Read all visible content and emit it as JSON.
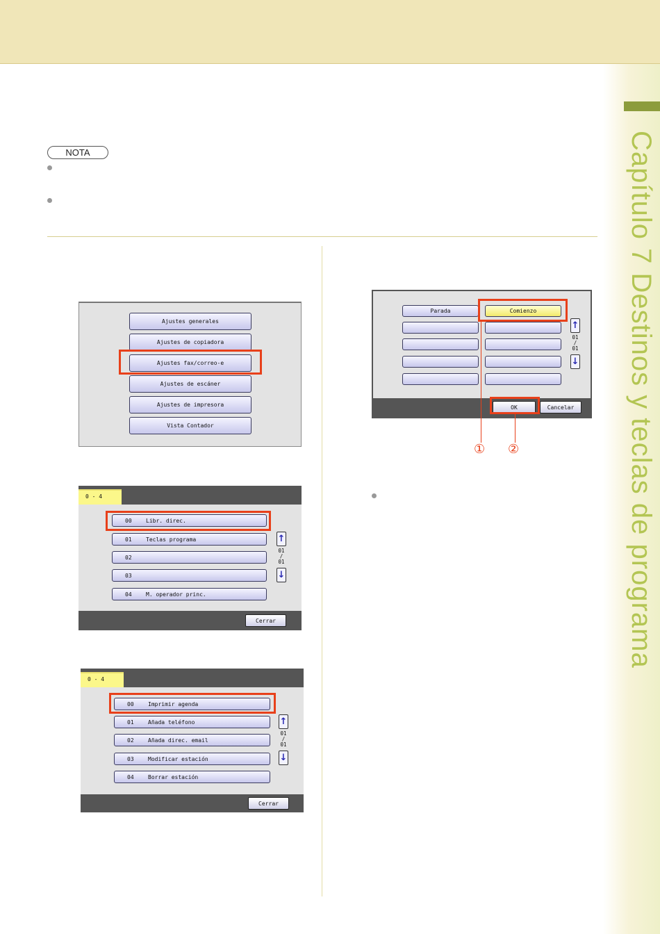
{
  "sidebar": {
    "chapter_title": "Capítulo 7   Destinos y teclas de programa"
  },
  "note": {
    "label": "NOTA"
  },
  "screen1": {
    "buttons": [
      "Ajustes generales",
      "Ajustes de copiadora",
      "Ajustes fax/correo-e",
      "Ajustes de escáner",
      "Ajustes de impresora",
      "Vista Contador"
    ]
  },
  "screen2": {
    "tab": "0 - 4",
    "rows": [
      {
        "num": "00",
        "label": "Libr. direc."
      },
      {
        "num": "01",
        "label": "Teclas programa"
      },
      {
        "num": "02",
        "label": ""
      },
      {
        "num": "03",
        "label": ""
      },
      {
        "num": "04",
        "label": "M. operador princ."
      }
    ],
    "page_top": "01",
    "page_sep": "/",
    "page_bottom": "01",
    "close": "Cerrar"
  },
  "screen3": {
    "tab": "0 - 4",
    "rows": [
      {
        "num": "00",
        "label": "Imprimir agenda"
      },
      {
        "num": "01",
        "label": "Añada teléfono"
      },
      {
        "num": "02",
        "label": "Añada direc. email"
      },
      {
        "num": "03",
        "label": "Modificar estación"
      },
      {
        "num": "04",
        "label": "Borrar estación"
      }
    ],
    "page_top": "01",
    "page_sep": "/",
    "page_bottom": "01",
    "close": "Cerrar"
  },
  "screen4": {
    "stop": "Parada",
    "start": "Comienzo",
    "page_top": "01",
    "page_sep": "/",
    "page_bottom": "01",
    "ok": "OK",
    "cancel": "Cancelar",
    "callout1": "①",
    "callout2": "②"
  },
  "icons": {
    "up": "arrow-up-icon",
    "down": "arrow-down-icon"
  }
}
